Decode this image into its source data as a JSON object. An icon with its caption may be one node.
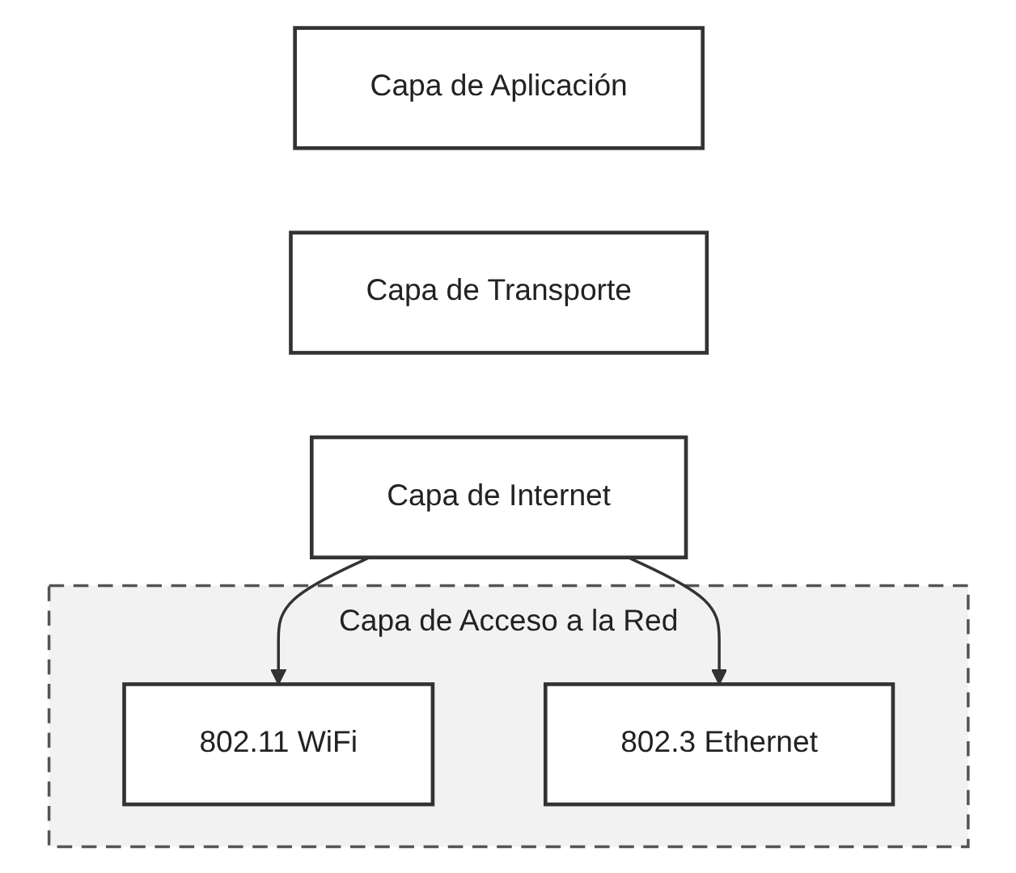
{
  "diagram": {
    "nodes": [
      {
        "text": [
          "Capa de Aplicación"
        ]
      },
      {
        "text": [
          "Capa de Transporte"
        ]
      },
      {
        "text": [
          "Capa de Internet"
        ]
      },
      {
        "text": [
          "Capa de Acceso a la Red"
        ]
      },
      {
        "text": [
          "802.11 WiFi"
        ],
        "in": 3
      },
      {
        "text": [
          "802.3 Ethernet"
        ],
        "in": 3
      }
    ],
    "edges": [
      {
        "from": 2,
        "to": 4,
        "arrow": "to"
      },
      {
        "from": 2,
        "to": 5,
        "arrow": "to"
      }
    ]
  }
}
